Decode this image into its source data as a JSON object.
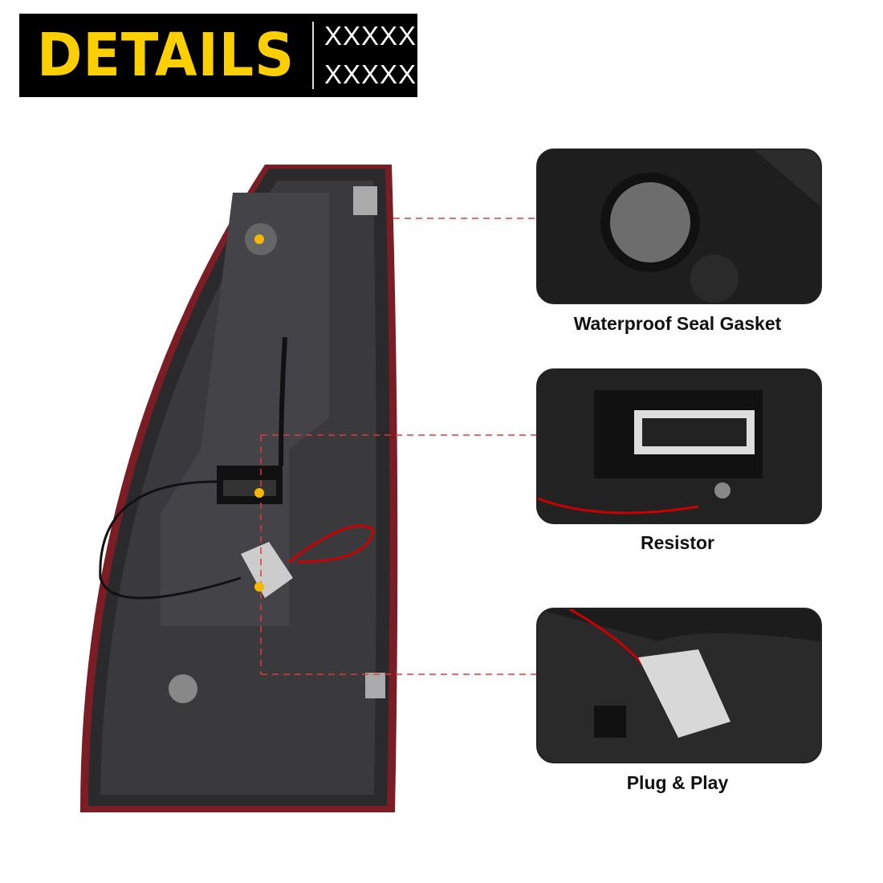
{
  "banner": {
    "title": "DETAILS",
    "subtitle_line1": "XXXXX",
    "subtitle_line2": "XXXXX",
    "title_color": "#fcd000"
  },
  "callouts": [
    {
      "label": "Waterproof Seal Gasket"
    },
    {
      "label": "Resistor"
    },
    {
      "label": "Plug & Play"
    }
  ],
  "colors": {
    "callout_line": "#e0393b",
    "callout_dot": "#f5b800"
  }
}
